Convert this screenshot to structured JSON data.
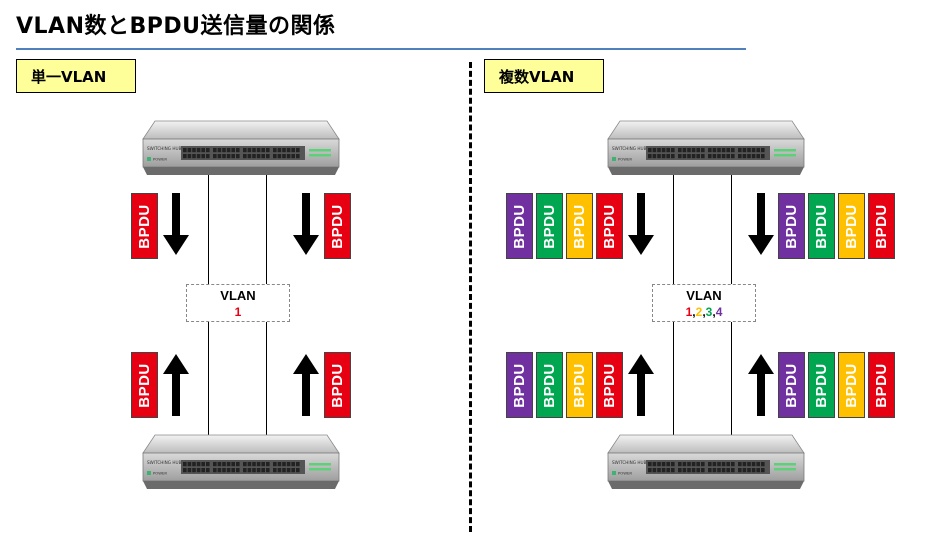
{
  "title": "VLAN数とBPDU送信量の関係",
  "left": {
    "label": "単一VLAN",
    "vlan_label": "VLAN",
    "vlan_ids": [
      "1"
    ]
  },
  "right": {
    "label": "複数VLAN",
    "vlan_label": "VLAN",
    "vlan_ids": [
      "1",
      "2",
      "3",
      "4"
    ],
    "vlan_sep": ","
  },
  "switch": {
    "model_text": "SWITCHING HUB",
    "power_text": "POWER"
  },
  "bpdu_text": "BPDU",
  "colors": {
    "vlan1": "#e60012",
    "vlan2": "#ffc000",
    "vlan3": "#00a650",
    "vlan4": "#7030a0",
    "label_bg": "#ffff99",
    "rule": "#4f81bd"
  }
}
